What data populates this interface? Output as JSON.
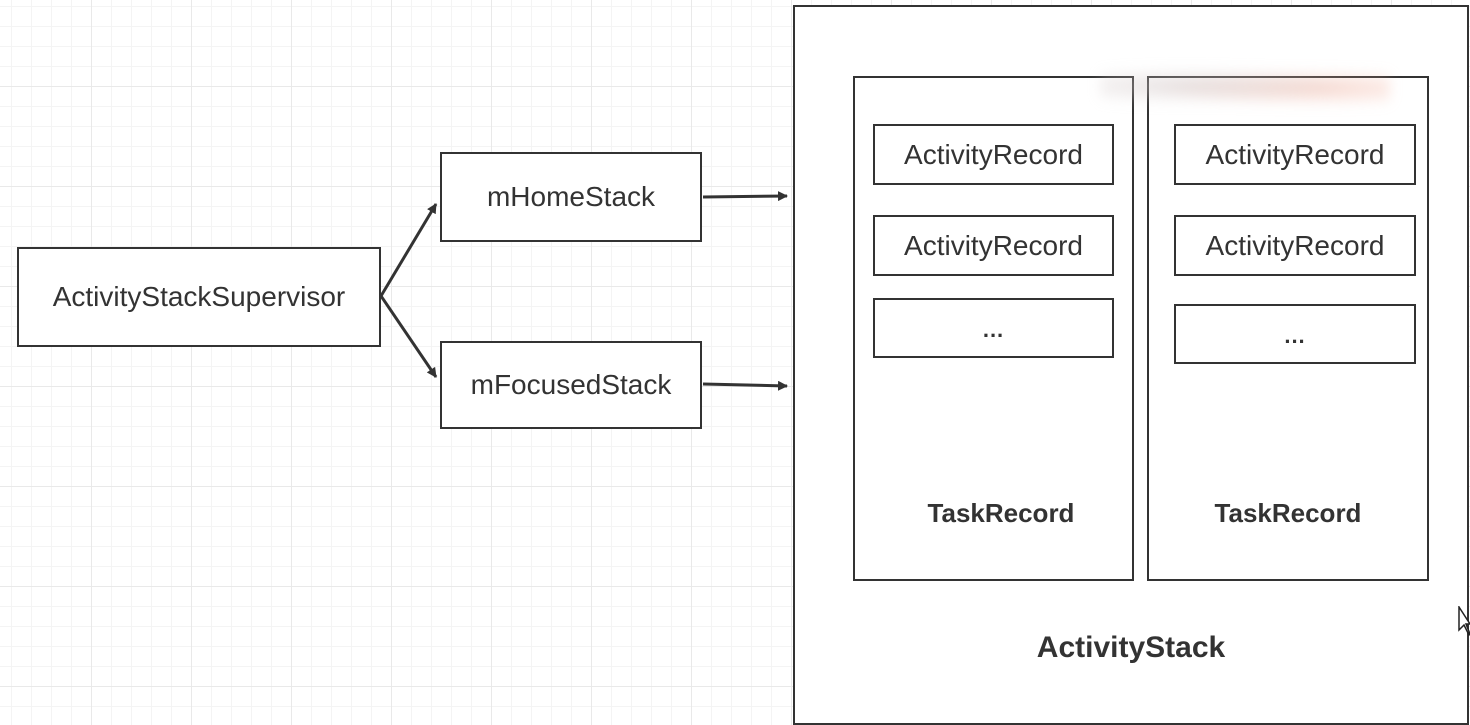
{
  "nodes": {
    "supervisor": "ActivityStackSupervisor",
    "home_stack": "mHomeStack",
    "focused_stack": "mFocusedStack"
  },
  "activity_stack": {
    "label": "ActivityStack",
    "tasks": [
      {
        "label": "TaskRecord",
        "records": [
          "ActivityRecord",
          "ActivityRecord",
          "..."
        ]
      },
      {
        "label": "TaskRecord",
        "records": [
          "ActivityRecord",
          "ActivityRecord",
          "..."
        ]
      }
    ]
  },
  "colors": {
    "stroke": "#333333",
    "grid": "#e9e9e9",
    "background": "#ffffff"
  }
}
